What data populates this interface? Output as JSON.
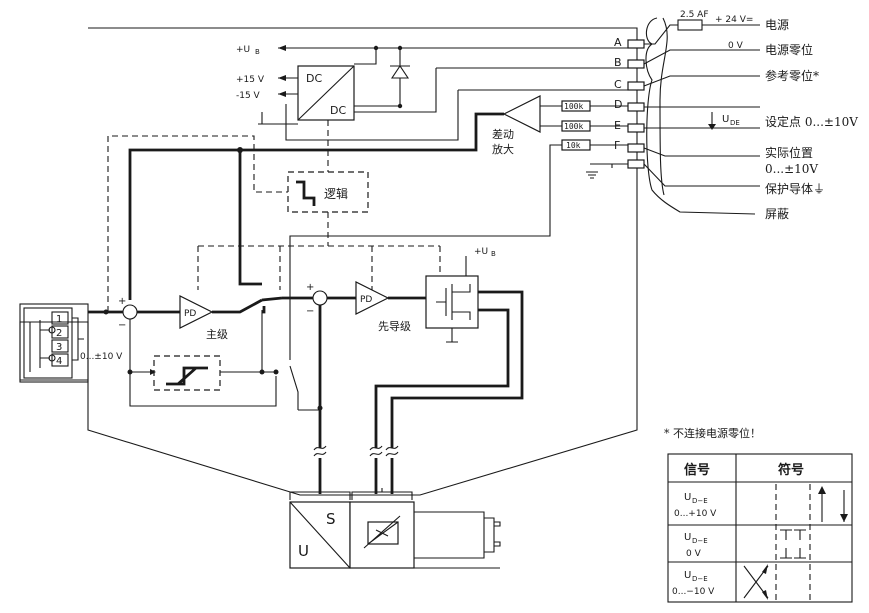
{
  "supply": {
    "fuse_label": "2.5 AF",
    "plus24": "+ 24 V=",
    "zero_v": "0 V",
    "ub": "+U",
    "ub_sub": "B",
    "p15": "+15 V",
    "m15": "-15 V",
    "dc": "DC",
    "ub_valve": "+U",
    "ub_valve_sub": "B"
  },
  "terminals": [
    "A",
    "B",
    "C",
    "D",
    "E",
    "F"
  ],
  "resistors": [
    "100k",
    "100k",
    "10k"
  ],
  "right_labels": {
    "power": "电源",
    "power_zero": "电源零位",
    "ref_zero": "参考零位*",
    "udE": "U",
    "udE_sub": "DE",
    "setpoint": "设定点 0...±10V",
    "actual1": "实际位置",
    "actual2": "0...±10V",
    "protective": "保护导体⏚",
    "shield": "屏蔽"
  },
  "blocks": {
    "diff_amp1": "差动",
    "diff_amp2": "放大",
    "logic": "逻辑",
    "pd": "PD",
    "main_stage": "主级",
    "pilot_stage": "先导级",
    "plus": "+",
    "minus": "−"
  },
  "connector": {
    "pins": [
      "1",
      "2",
      "3",
      "4"
    ],
    "range": "0...±10 V"
  },
  "valve": {
    "u": "U",
    "s": "S"
  },
  "note": "* 不连接电源零位！",
  "table": {
    "headers": [
      "信号",
      "符号"
    ],
    "rows": [
      {
        "u": "U",
        "sub": "D−E",
        "range": "0...+10 V"
      },
      {
        "u": "U",
        "sub": "D−E",
        "range": "0 V"
      },
      {
        "u": "U",
        "sub": "D−E",
        "range": "0...−10 V"
      }
    ]
  }
}
